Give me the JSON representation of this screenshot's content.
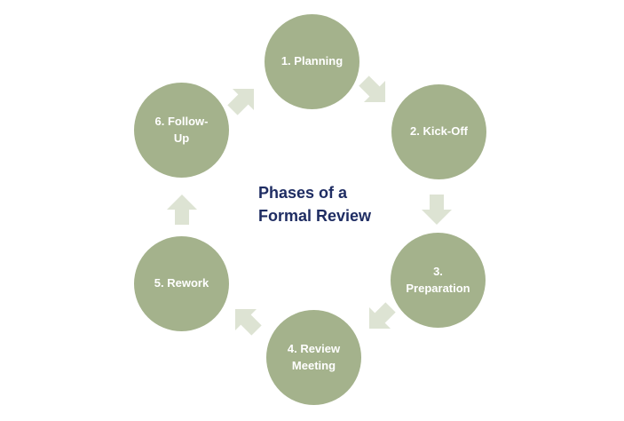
{
  "diagram": {
    "title": "Phases of a\nFormal Review",
    "title_color": "#1F2D63",
    "circle_color": "#A4B28C",
    "arrow_color": "#DDE3D3",
    "label_color": "#FFFFFF",
    "background_color": "#FFFFFF",
    "phases": [
      {
        "order": "1",
        "label": "1. Planning"
      },
      {
        "order": "2",
        "label": "2. Kick-Off"
      },
      {
        "order": "3",
        "label": "3.\nPreparation"
      },
      {
        "order": "4",
        "label": "4. Review\nMeeting"
      },
      {
        "order": "5",
        "label": "5. Rework"
      },
      {
        "order": "6",
        "label": "6. Follow-\nUp"
      }
    ],
    "arrows": [
      {
        "from": "1. Planning",
        "to": "2. Kick-Off",
        "direction": "down-right"
      },
      {
        "from": "2. Kick-Off",
        "to": "3. Preparation",
        "direction": "down"
      },
      {
        "from": "3. Preparation",
        "to": "4. Review Meeting",
        "direction": "down-left"
      },
      {
        "from": "4. Review Meeting",
        "to": "5. Rework",
        "direction": "up-left"
      },
      {
        "from": "5. Rework",
        "to": "6. Follow-Up",
        "direction": "up"
      },
      {
        "from": "6. Follow-Up",
        "to": "1. Planning",
        "direction": "up-right"
      }
    ]
  }
}
